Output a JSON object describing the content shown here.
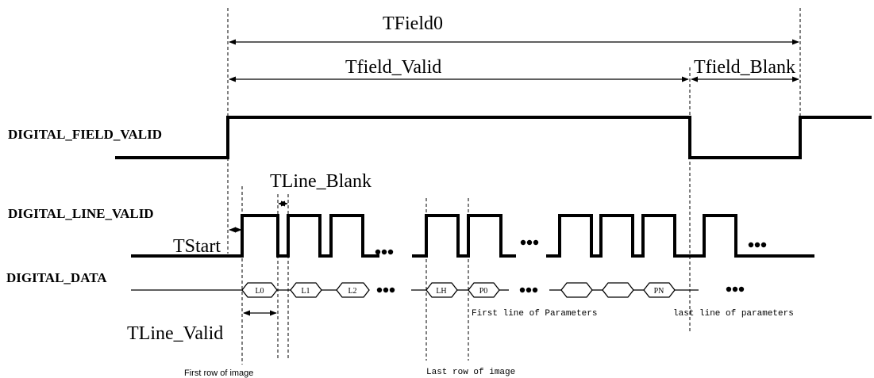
{
  "signals": {
    "field_valid": "DIGITAL_FIELD_VALID",
    "line_valid": "DIGITAL_LINE_VALID",
    "data": "DIGITAL_DATA"
  },
  "timings": {
    "tfield0": "TField0",
    "tfield_valid": "Tfield_Valid",
    "tfield_blank": "Tfield_Blank",
    "tline_blank": "TLine_Blank",
    "tstart": "TStart",
    "tline_valid": "TLine_Valid"
  },
  "data_labels": {
    "l0": "L0",
    "l1": "L1",
    "l2": "L2",
    "lh": "LH",
    "p0": "P0",
    "pn": "PN"
  },
  "notes": {
    "first_row": "First row of image",
    "last_row": "Last row of image",
    "first_param": "First line of Parameters",
    "last_param": "last line of parameters"
  }
}
